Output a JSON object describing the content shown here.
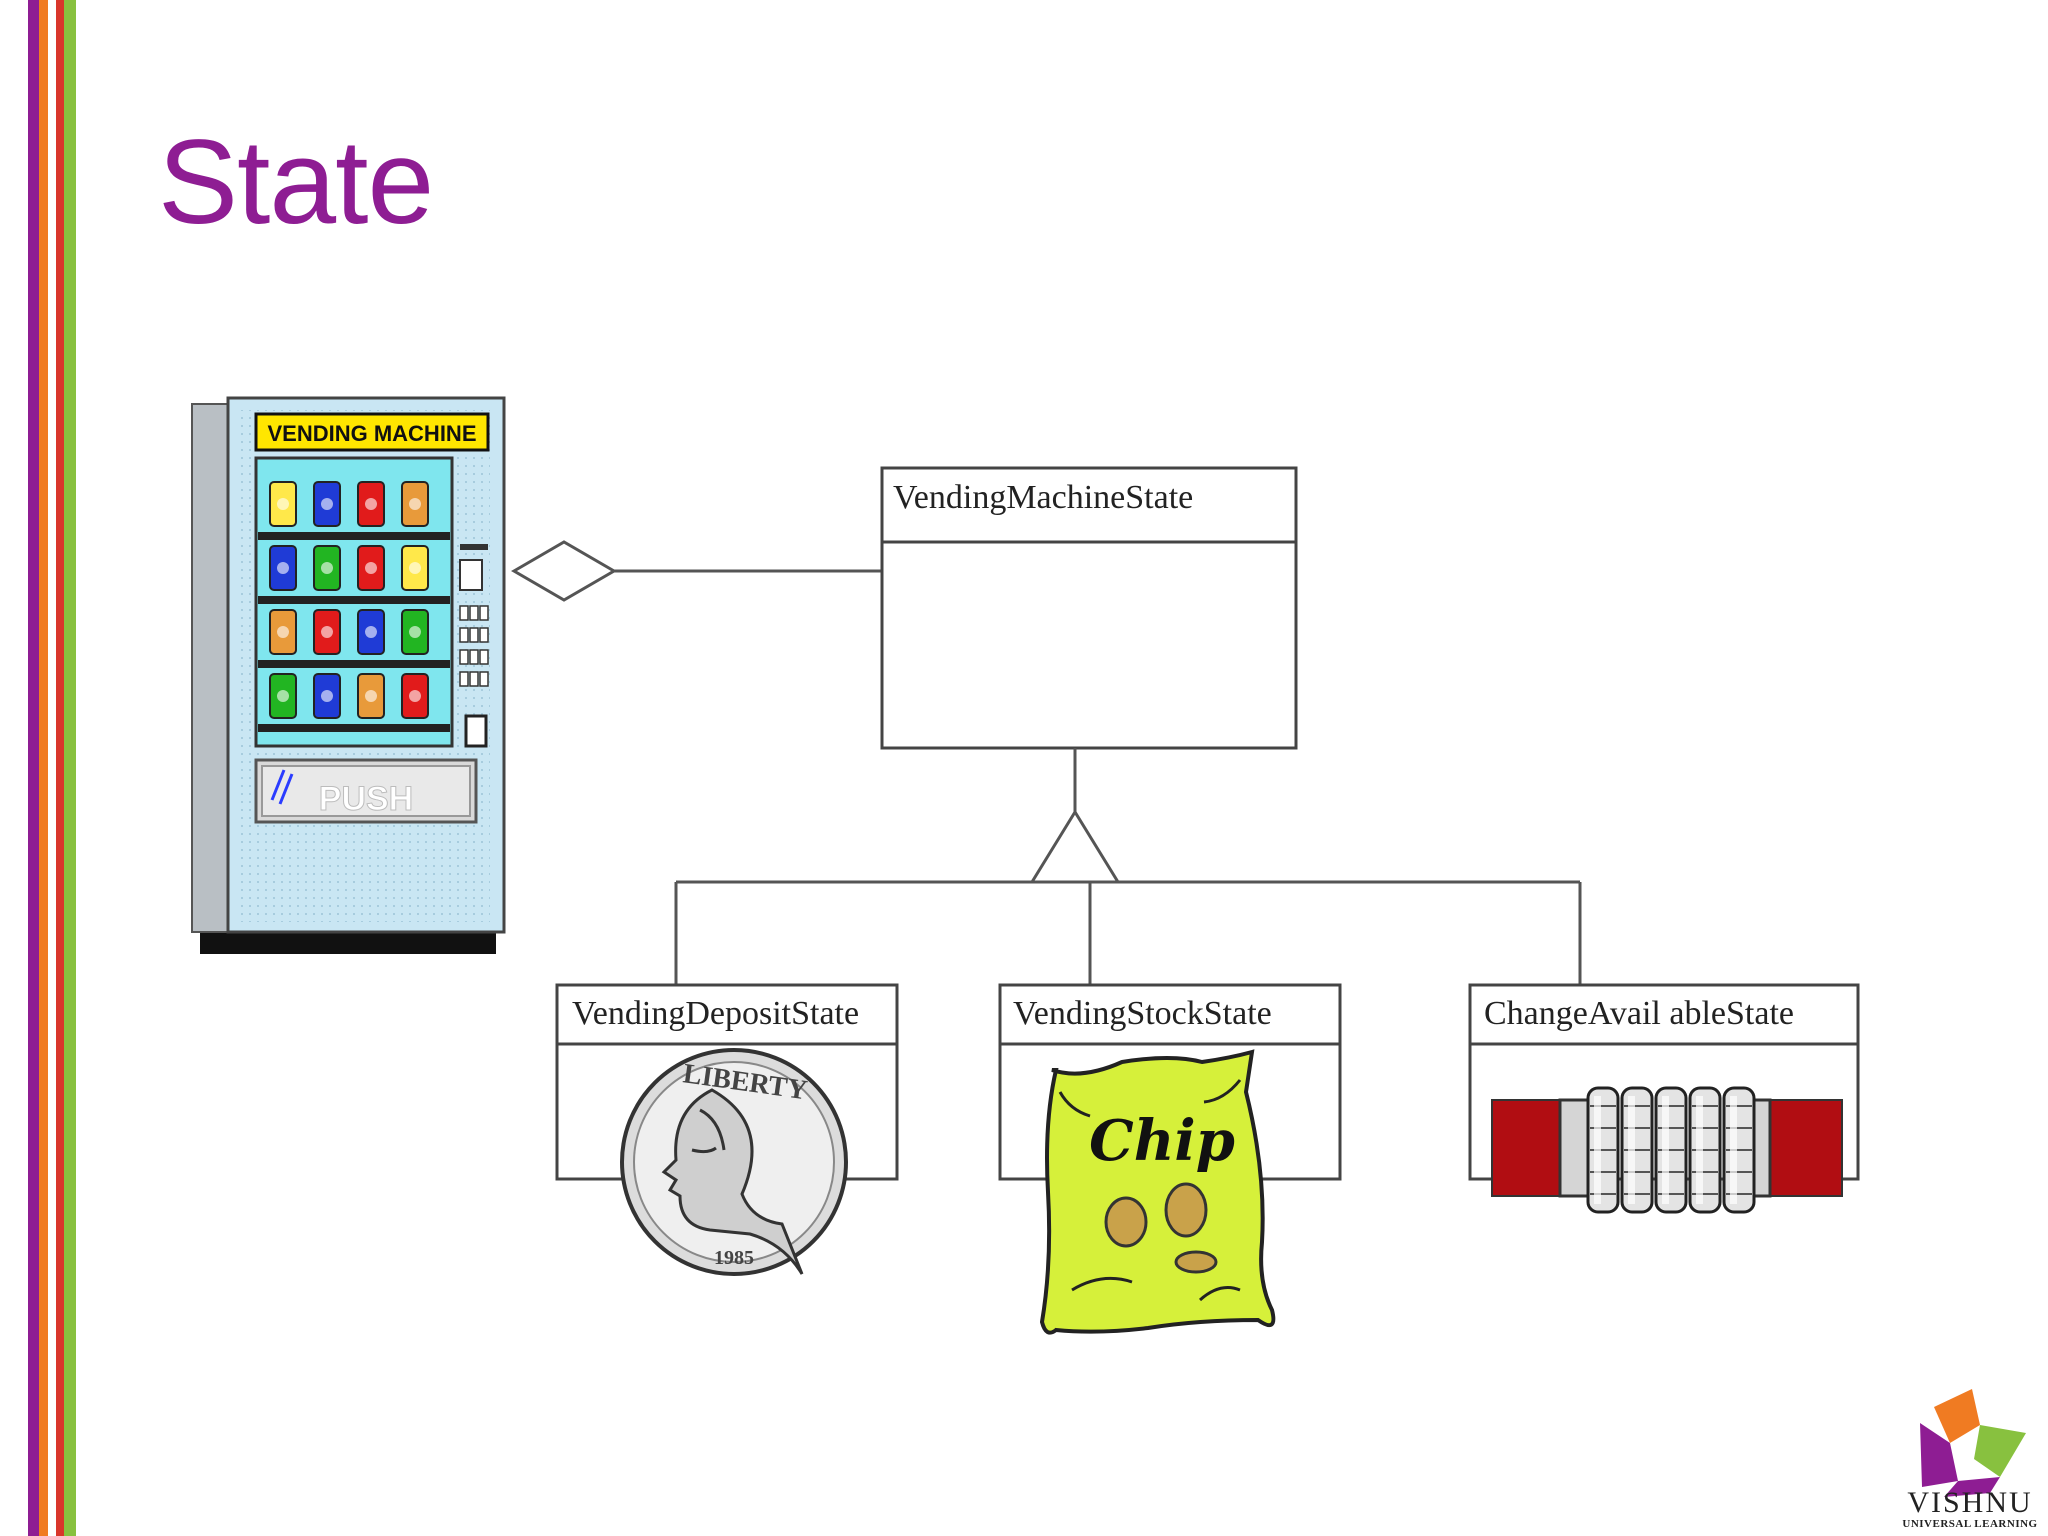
{
  "slide": {
    "title": "State",
    "title_color": "#8e1d93",
    "stripe_colors": [
      "#8e1d93",
      "#f07b22",
      "#ffffff",
      "#d9362b",
      "#88c13f"
    ]
  },
  "diagram": {
    "context_image": {
      "icon": "vending-machine-icon",
      "header_label": "VENDING MACHINE",
      "button_label": "PUSH"
    },
    "aggregation_marker": "hollow-diamond-icon",
    "generalization_marker": "hollow-triangle-icon",
    "parent_class": {
      "name": "VendingMachineState"
    },
    "subclasses": [
      {
        "name": "VendingDepositState",
        "icon": "quarter-coin-icon",
        "icon_text_top": "LIBERTY",
        "icon_text_bottom": "1985"
      },
      {
        "name": "VendingStockState",
        "icon": "chip-bag-icon",
        "icon_text": "Chip"
      },
      {
        "name": "ChangeAvail ableState",
        "icon": "coin-rolls-icon"
      }
    ]
  },
  "logo": {
    "icon": "vishnu-logo-icon",
    "name": "VISHNU",
    "tagline": "UNIVERSAL LEARNING",
    "colors": [
      "#8e1d93",
      "#f07b22",
      "#88c13f"
    ]
  }
}
